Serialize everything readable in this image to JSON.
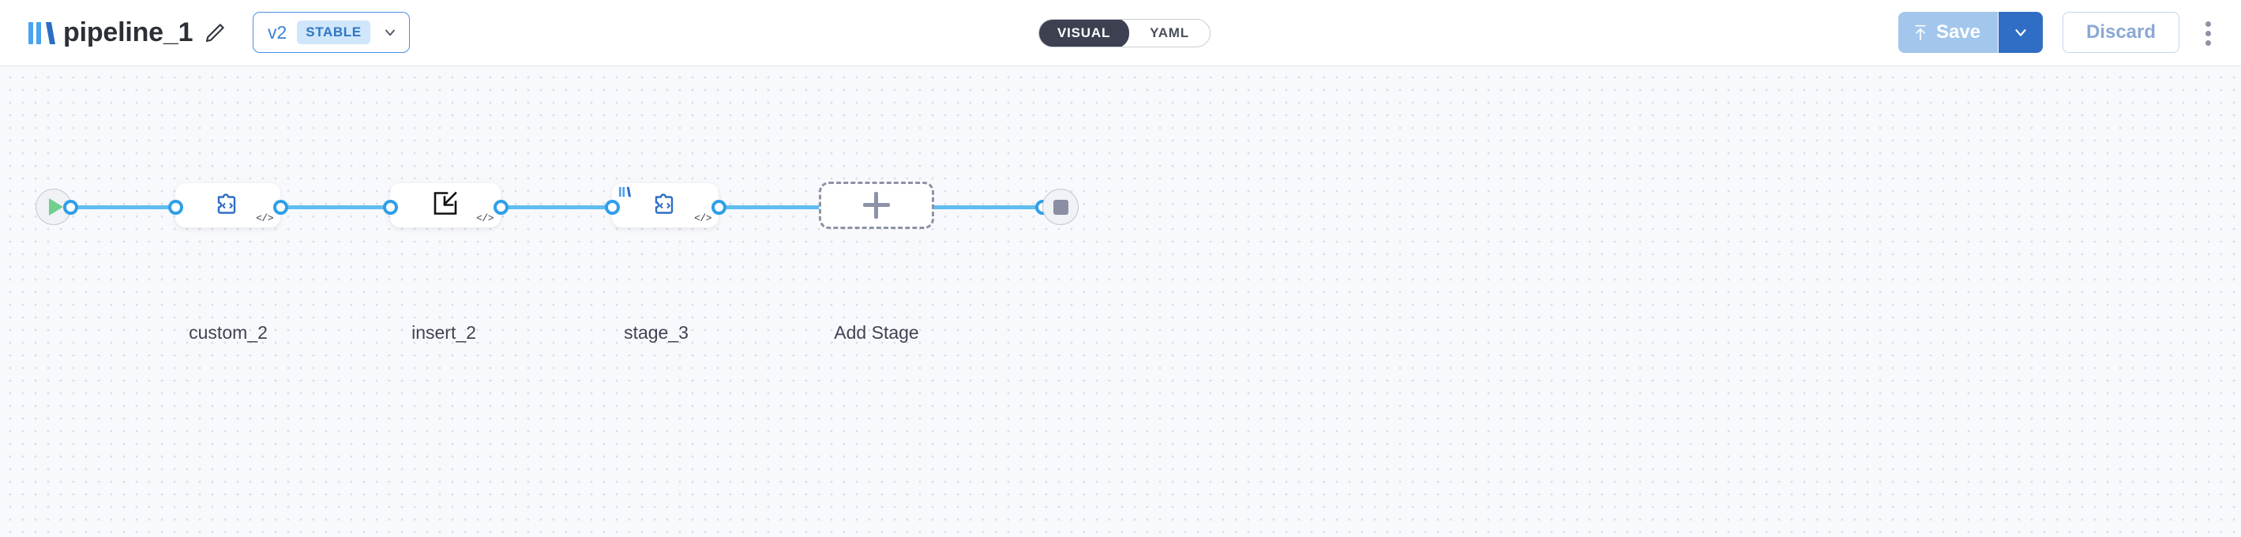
{
  "header": {
    "logo_icon": "app-logo-bars-icon",
    "title": "pipeline_1",
    "edit_icon": "pencil-icon",
    "version": {
      "label": "v2",
      "badge": "STABLE",
      "chevron_icon": "chevron-down-icon"
    },
    "view_toggle": {
      "options": [
        {
          "label": "VISUAL",
          "active": true
        },
        {
          "label": "YAML",
          "active": false
        }
      ]
    },
    "save": {
      "label": "Save",
      "icon": "upload-arrow-icon",
      "caret_icon": "chevron-down-icon",
      "color": "#a3c6ec",
      "caret_color": "#2f6ec4"
    },
    "discard": {
      "label": "Discard"
    },
    "overflow_menu_icon": "kebab-menu-icon"
  },
  "canvas": {
    "background": "#f8f9fc",
    "dot_color": "#d9dce4",
    "edge_color": "#5fbdf0",
    "start_node": {
      "icon": "play-icon"
    },
    "end_node": {
      "icon": "stop-icon"
    },
    "stages": [
      {
        "label": "custom_2",
        "icon": "puzzle-code-icon",
        "badge": "</>",
        "has_logo_badge": false
      },
      {
        "label": "insert_2",
        "icon": "insert-into-box-icon",
        "badge": "</>",
        "has_logo_badge": false
      },
      {
        "label": "stage_3",
        "icon": "puzzle-code-icon",
        "badge": "</>",
        "has_logo_badge": true
      }
    ],
    "add_stage": {
      "label": "Add Stage",
      "icon": "plus-icon"
    }
  }
}
